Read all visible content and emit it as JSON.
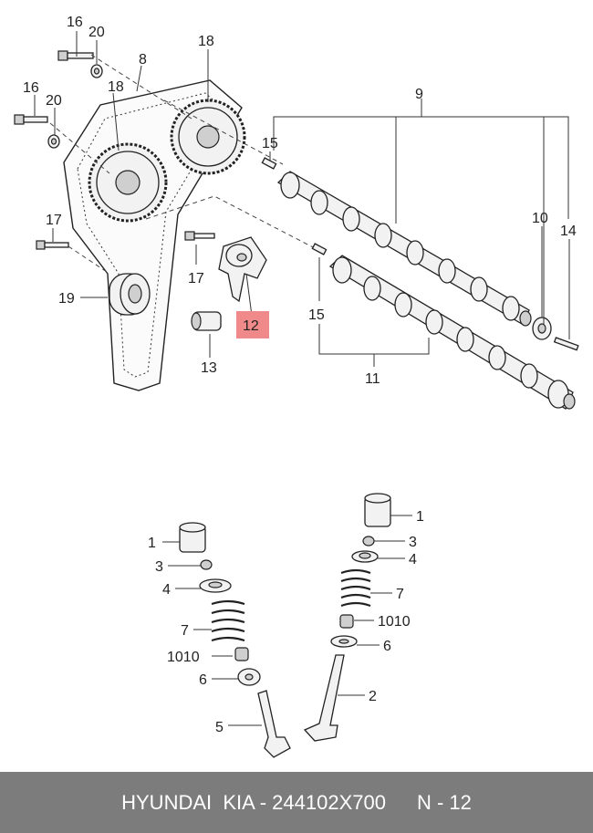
{
  "callouts": {
    "c16a": "16",
    "c20a": "20",
    "c8": "8",
    "c18a": "18",
    "c18b": "18",
    "c16b": "16",
    "c20b": "20",
    "c9": "9",
    "c15a": "15",
    "c17a": "17",
    "c17b": "17",
    "c10": "10",
    "c14": "14",
    "c19": "19",
    "c12": "12",
    "c15b": "15",
    "c13": "13",
    "c11": "11",
    "v1a": "1",
    "v3a": "3",
    "v4a": "4",
    "v7a": "7",
    "v1010a": "1010",
    "v6a": "6",
    "v5": "5",
    "v1b": "1",
    "v3b": "3",
    "v4b": "4",
    "v7b": "7",
    "v1010b": "1010",
    "v6b": "6",
    "v2": "2"
  },
  "highlight_color": "#f08a8a",
  "footer": {
    "brand": "HYUNDAI  KIA - 244102X700",
    "page": "N - 12",
    "background": "#7c7c7c"
  }
}
